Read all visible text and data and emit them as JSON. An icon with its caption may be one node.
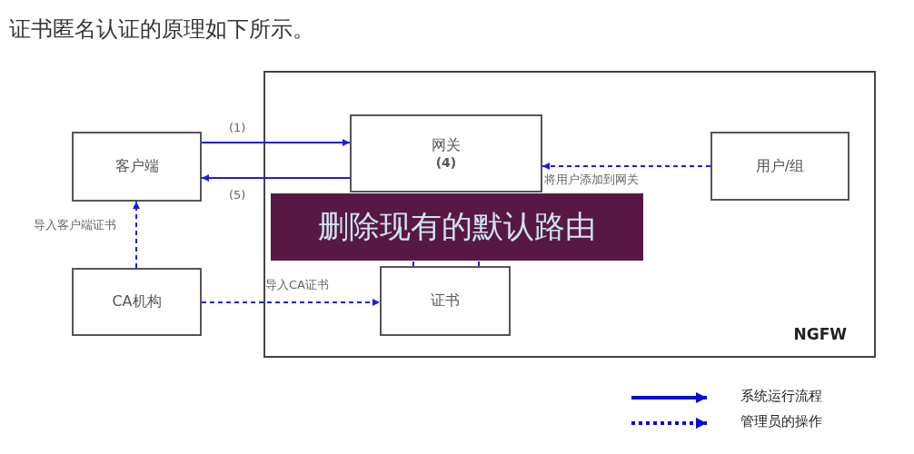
{
  "diagram": {
    "title": "证书匿名认证的原理如下所示。",
    "nodes": [
      {
        "text": [
          "NGFW"
        ]
      },
      {
        "text": [
          "客户端"
        ]
      },
      {
        "text": [
          "网关",
          "(4)"
        ],
        "in": 0
      },
      {
        "text": [
          "用户/组"
        ],
        "in": 0
      },
      {
        "text": [
          "CA机构"
        ]
      },
      {
        "text": [
          "证书"
        ],
        "in": 0
      },
      {
        "text": [
          "删除现有的默认路由"
        ],
        "in": 0
      }
    ],
    "edges": [
      {
        "from": 1,
        "to": 2,
        "arrow": "to",
        "label": "(1)"
      },
      {
        "from": 2,
        "to": 1,
        "arrow": "to",
        "label": "(5)"
      },
      {
        "from": 3,
        "to": 2,
        "arrow": "to",
        "label": "将用户添加到网关",
        "style": "dashed"
      },
      {
        "from": 4,
        "to": 1,
        "arrow": "to",
        "label": "导入客户端证书",
        "style": "dashed"
      },
      {
        "from": 4,
        "to": 5,
        "arrow": "to",
        "label": "导入CA证书",
        "style": "dashed"
      }
    ],
    "legend": [
      {
        "text": "系统运行流程"
      },
      {
        "text": "管理员的操作"
      }
    ]
  }
}
